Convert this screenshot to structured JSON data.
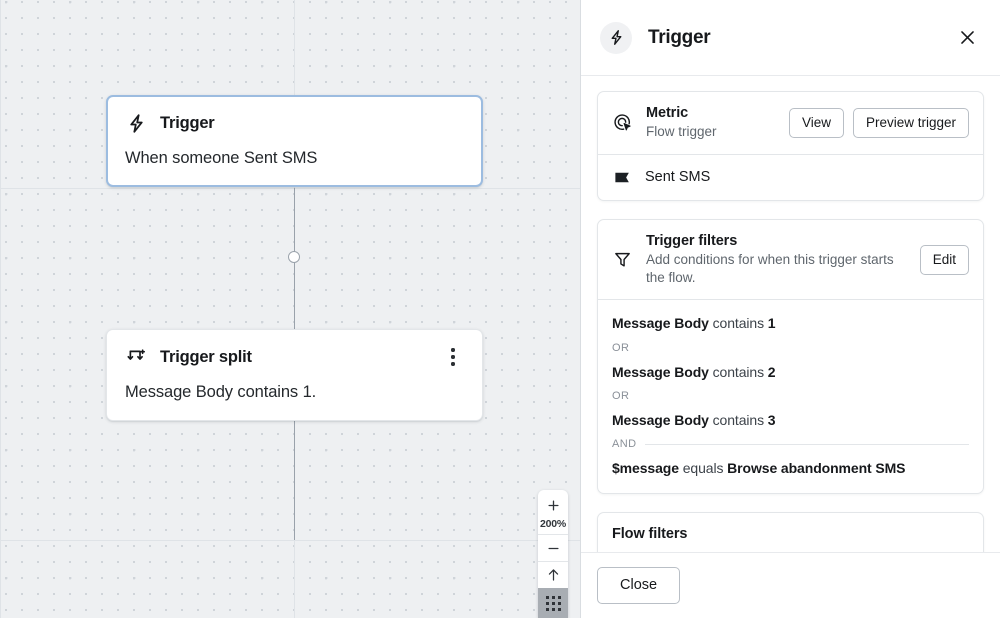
{
  "canvas": {
    "zoom_controls": {
      "zoom_in_label": "+",
      "zoom_percent": "200%",
      "zoom_out_label": "−",
      "fit_label": "↑",
      "grid_icon": "grid-dots-icon"
    },
    "nodes": [
      {
        "id": "trigger",
        "icon": "lightning-bolt-icon",
        "title": "Trigger",
        "body": "When someone Sent SMS",
        "selected": true,
        "has_menu": false
      },
      {
        "id": "trigger-split",
        "icon": "split-branch-icon",
        "title": "Trigger split",
        "body": "Message Body contains 1.",
        "selected": false,
        "has_menu": true
      }
    ]
  },
  "panel": {
    "header": {
      "icon": "lightning-bolt-icon",
      "title": "Trigger",
      "close_icon": "close-icon"
    },
    "metric_card": {
      "icon": "target-cursor-icon",
      "title": "Metric",
      "subtitle": "Flow trigger",
      "view_label": "View",
      "preview_label": "Preview trigger",
      "metric_icon": "flag-icon",
      "metric_name": "Sent SMS"
    },
    "trigger_filters_card": {
      "icon": "funnel-filter-icon",
      "title": "Trigger filters",
      "subtitle": "Add conditions for when this trigger starts the flow.",
      "edit_label": "Edit",
      "conditions": [
        {
          "subject": "Message Body",
          "operator": "contains",
          "value": "1"
        },
        {
          "join": "OR"
        },
        {
          "subject": "Message Body",
          "operator": "contains",
          "value": "2"
        },
        {
          "join": "OR"
        },
        {
          "subject": "Message Body",
          "operator": "contains",
          "value": "3"
        },
        {
          "join": "AND",
          "rule": true
        },
        {
          "subject": "$message",
          "operator": "equals",
          "value": "Browse abandonment SMS"
        }
      ]
    },
    "flow_filters_card": {
      "title": "Flow filters"
    },
    "footer": {
      "close_label": "Close"
    }
  },
  "colors": {
    "canvas_bg": "#eef0f2",
    "node_selected_border": "#9cbce0",
    "panel_bg": "#ffffff",
    "text_primary": "#17191c",
    "text_muted": "#5f666d"
  }
}
